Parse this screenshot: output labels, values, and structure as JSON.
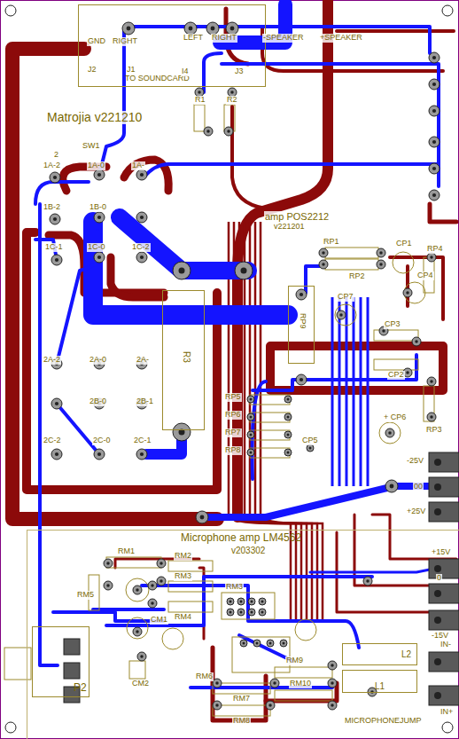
{
  "diagram": {
    "nodes": [
      {
        "text": [
          "TO SOUNDCARD"
        ]
      },
      {
        "text": [
          "R3"
        ]
      },
      {
        "text": [
          "RP9"
        ]
      },
      {
        "text": [
          "Microphone amp LM4562",
          "v203302"
        ]
      },
      {
        "text": [
          "P2"
        ],
        "in": 3
      },
      {
        "text": [
          "L2"
        ],
        "in": 3
      },
      {
        "text": [
          "L1"
        ],
        "in": 3
      }
    ],
    "labels": [
      "GND",
      "RIGHT",
      "LEFT",
      "RIGHT",
      "-SPEAKER",
      "+SPEAKER",
      "J2",
      "J1",
      "I4",
      "J3",
      "R1",
      "R2",
      "Matrojia v221210",
      "2",
      "SW1",
      "1A-2",
      "1A-0",
      "1A-",
      "1B-2",
      "1B-0",
      "1C-1",
      "1C-0",
      "1C-2",
      "2A-2",
      "2A-0",
      "2A-",
      "2B-0",
      "2B-1",
      "2C-2",
      "2C-0",
      "2C-1",
      "amp POS2212",
      "v221201",
      "RP1",
      "RP2",
      "CP1",
      "RP4",
      "CP4",
      "CP7",
      "CP3",
      "CP2",
      "RP3",
      "RP5",
      "RP6",
      "RP7",
      "RP8",
      "CP5",
      "+ CP6",
      "-25V",
      "00",
      "+25V",
      "RM1",
      "RM2",
      "RM3",
      "RM4",
      "RM5",
      "CM1",
      "CM2",
      "RM3",
      "RM6",
      "RM7",
      "RM8",
      "RM9",
      "RM10",
      "MICROPHONEJUMP",
      "+15V",
      "0",
      "-15V",
      "IN-",
      "IN+"
    ]
  }
}
